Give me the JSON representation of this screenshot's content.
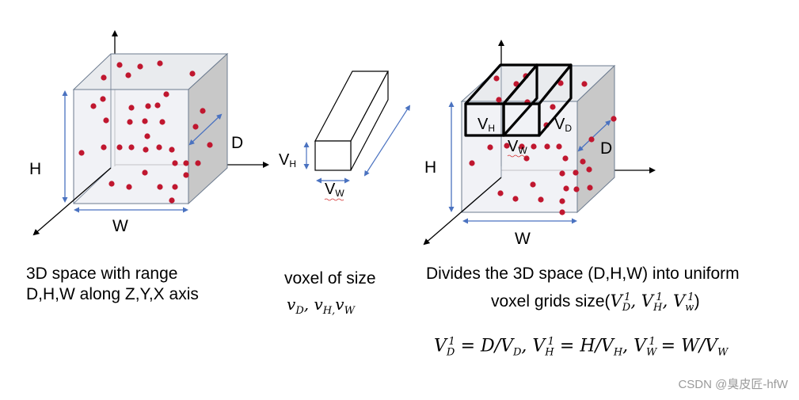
{
  "left_cube": {
    "label_h": "H",
    "label_w": "W",
    "label_d": "D",
    "caption_line1": "3D space with range",
    "caption_line2": "D,H,W along Z,Y,X axis"
  },
  "voxel": {
    "label_vh": "V",
    "label_vh_sub": "H",
    "label_vw": "V",
    "label_vw_sub": "W",
    "caption_line1": "voxel of size",
    "caption_math": {
      "v": "v",
      "d": "D",
      "h": "H,",
      "w": "W",
      "sep": ", "
    }
  },
  "right_cube": {
    "label_h": "H",
    "label_w": "W",
    "label_d": "D",
    "cell_vh": "V",
    "cell_vh_sub": "H",
    "cell_vd": "V",
    "cell_vd_sub": "D",
    "cell_vw": "V",
    "cell_vw_sub": "W",
    "caption_line1": "Divides the 3D space (D,H,W) into uniform",
    "caption_line2": "voxel grids size(",
    "caption_line2_end": ")",
    "formula": "= D/V_D, V_H^1 = H/V_H, V_W^1 = W/V_W"
  },
  "watermark": "CSDN @臭皮匠-hfW",
  "colors": {
    "cube_front": "#eef0f4",
    "cube_top": "#e9ebee",
    "cube_side": "#c8c8c8",
    "edge": "#6c7b8f",
    "dot": "#c0172f",
    "dim_arrow": "#4a72c0"
  }
}
